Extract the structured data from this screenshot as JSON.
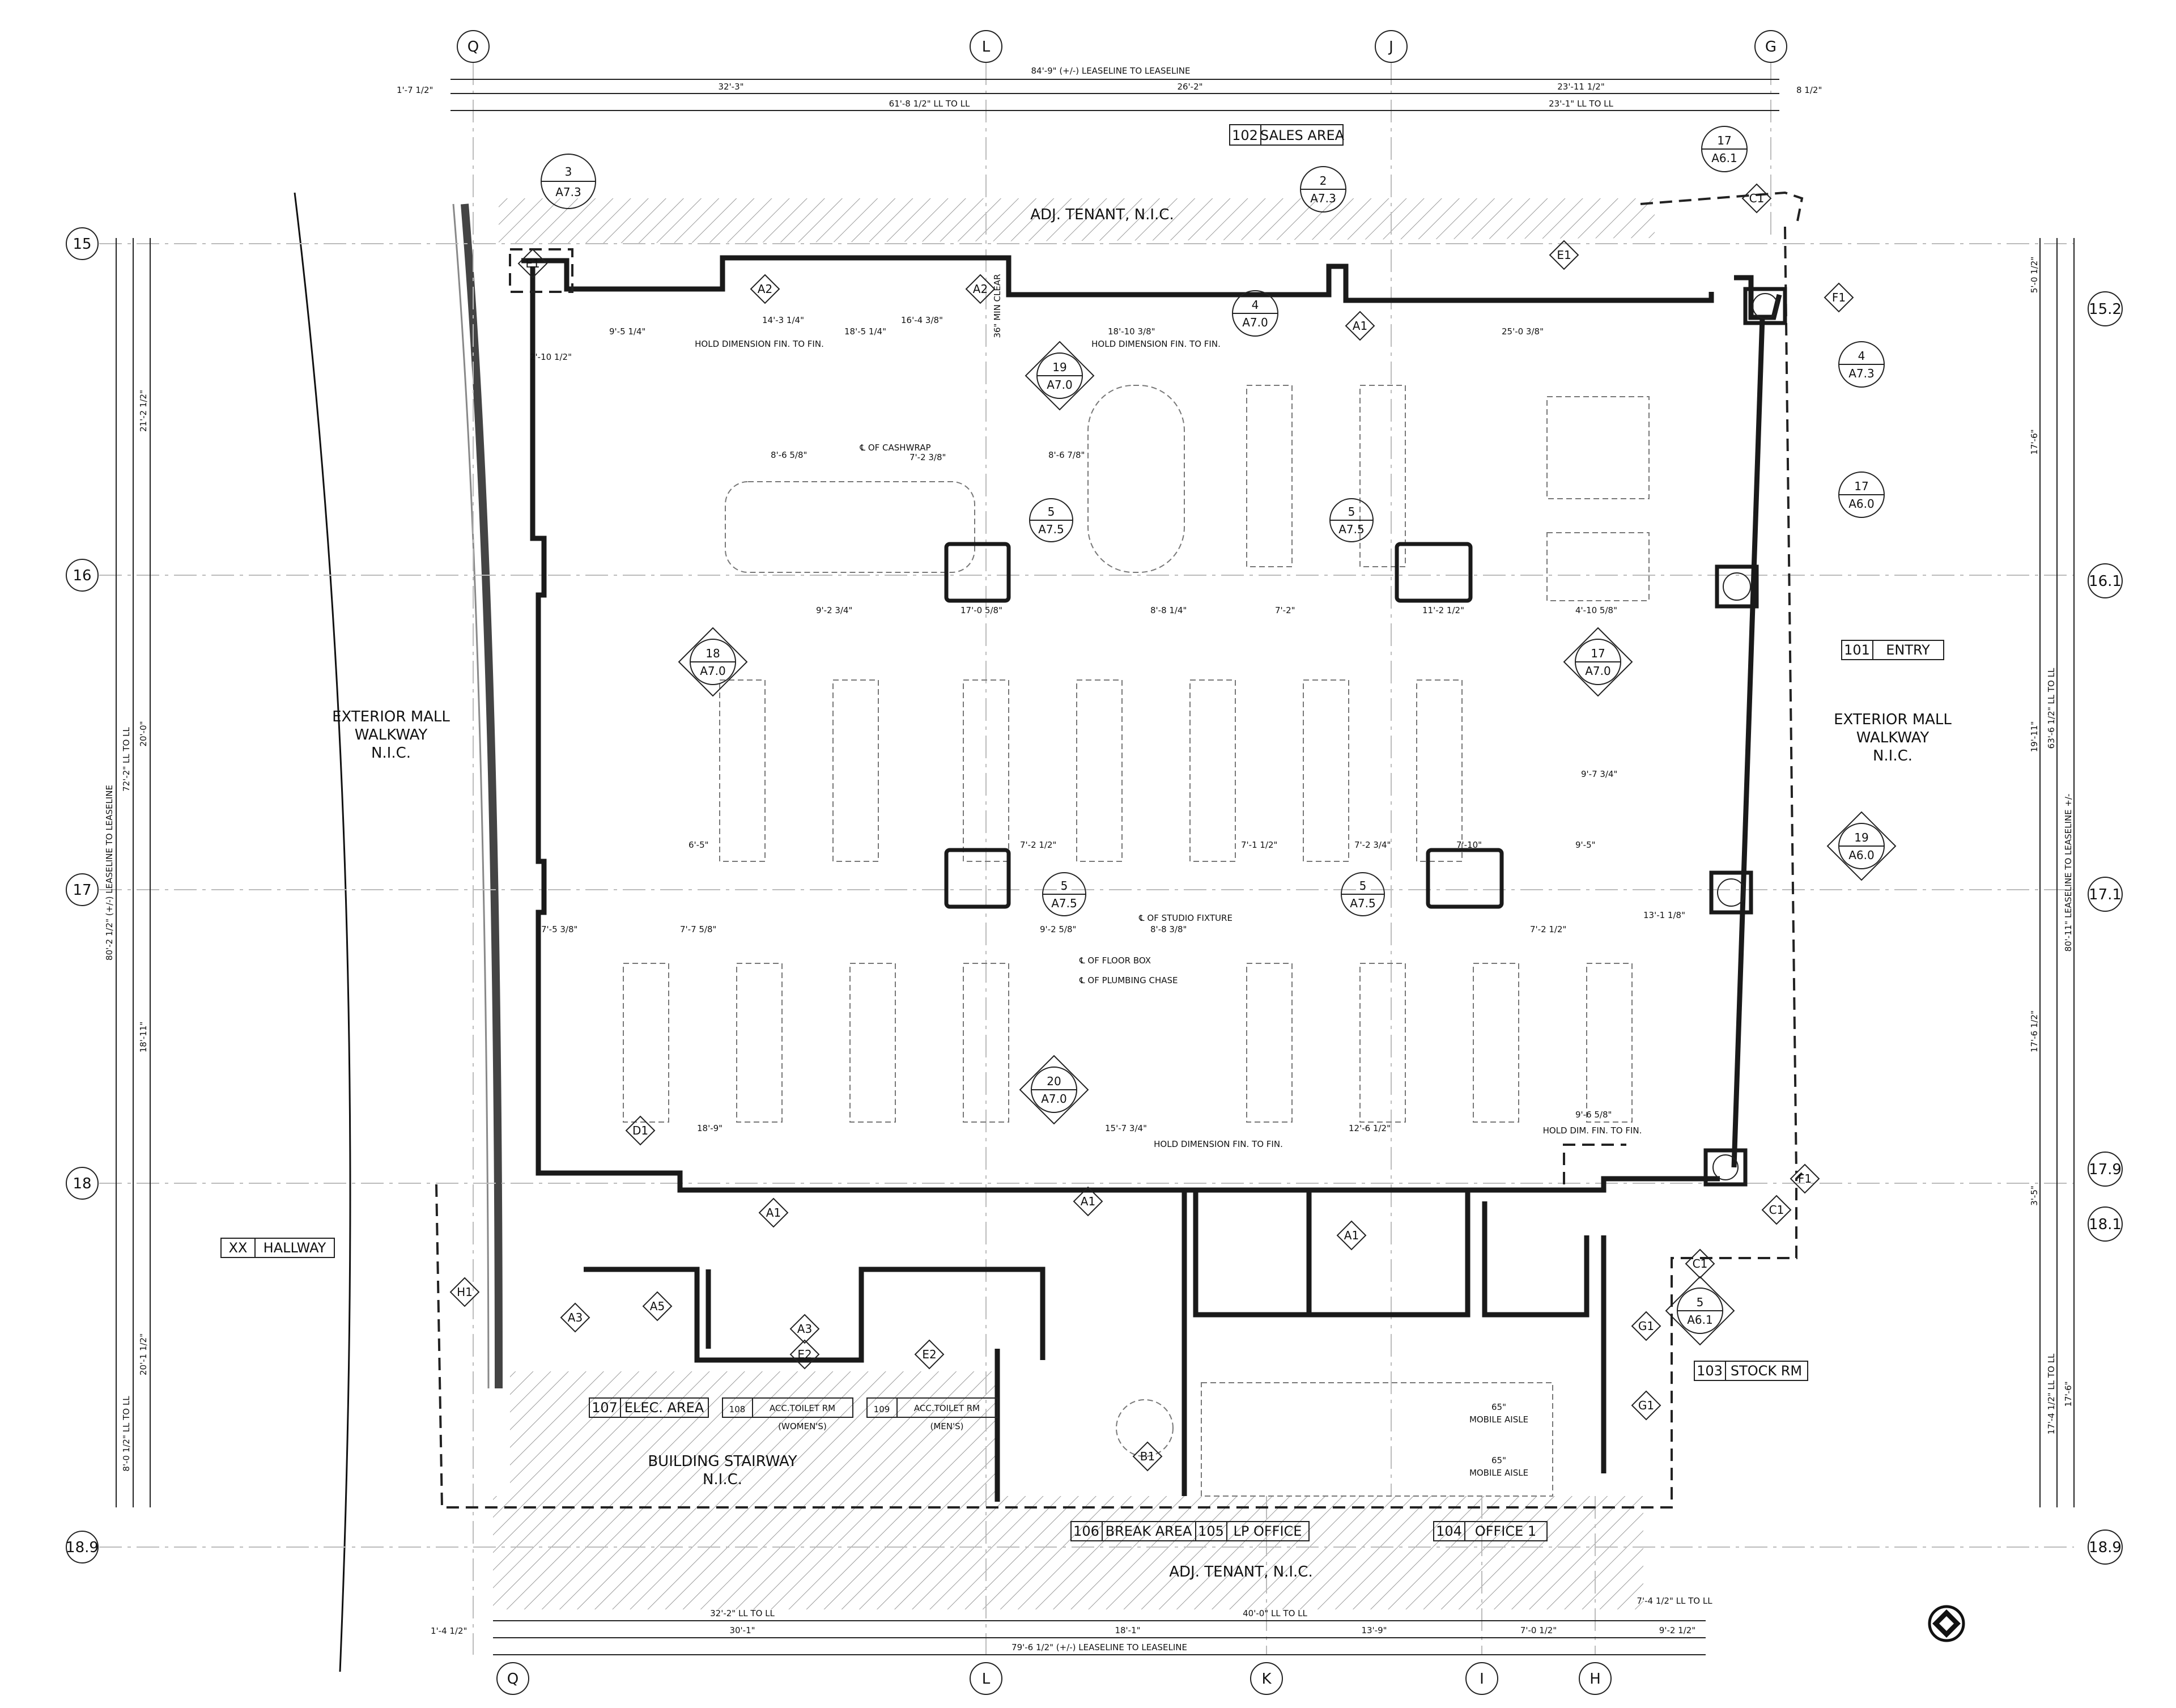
{
  "top_grid": [
    "Q",
    "L",
    "J",
    "G"
  ],
  "bottom_grid": [
    "Q",
    "L",
    "K",
    "I",
    "H"
  ],
  "left_grid": [
    "15",
    "16",
    "17",
    "18",
    "18.9"
  ],
  "right_grid": [
    "15.2",
    "16.1",
    "17.1",
    "17.9",
    "18.1",
    "18.9"
  ],
  "top_dims": {
    "overall": "84'-9\" (+/-) LEASELINE TO LEASELINE",
    "left_offset": "1'-7 1/2\"",
    "right_offset": "8 1/2\"",
    "seg1": "32'-3\"",
    "seg2": "26'-2\"",
    "seg3": "23'-11 1/2\"",
    "ll1": "61'-8 1/2\" LL TO LL",
    "ll2": "23'-1\" LL TO LL"
  },
  "bottom_dims": {
    "ll_a": "32'-2\" LL TO LL",
    "ll_b": "40'-0\" LL TO LL",
    "ll_c": "7'-4 1/2\" LL TO LL",
    "left_offset": "1'-4 1/2\"",
    "seg1": "30'-1\"",
    "seg2": "18'-1\"",
    "seg3": "13'-9\"",
    "seg4": "7'-0 1/2\"",
    "seg5": "9'-2 1/2\"",
    "overall": "79'-6 1/2\" (+/-) LEASELINE TO LEASELINE"
  },
  "left_dims": {
    "overall": "80'-2 1/2\" (+/-) LEASELINE TO LEASELINE",
    "ll_a": "72'-2\" LL TO LL",
    "ll_b": "8'-0 1/2\" LL TO LL",
    "seg1": "21'-2 1/2\"",
    "seg2": "20'-0\"",
    "seg3": "18'-11\"",
    "seg4": "20'-1 1/2\""
  },
  "right_dims": {
    "overall": "80'-11\" LEASELINE TO LEASELINE +/-",
    "ll_a": "63'-6 1/2\" LL TO LL",
    "ll_b": "17'-4 1/2\" LL TO LL",
    "seg1": "5'-0 1/2\"",
    "seg2": "17'-6\"",
    "seg3": "19'-11\"",
    "seg4": "17'-6 1/2\"",
    "seg5": "3'-5\"",
    "seg6": "17'-6\""
  },
  "rooms": {
    "sales": {
      "num": "102",
      "name": "SALES AREA"
    },
    "entry": {
      "num": "101",
      "name": "ENTRY"
    },
    "hallway": {
      "num": "XX",
      "name": "HALLWAY"
    },
    "stock": {
      "num": "103",
      "name": "STOCK RM"
    },
    "office": {
      "num": "104",
      "name": "OFFICE 1"
    },
    "lp": {
      "num": "105",
      "name": "LP OFFICE"
    },
    "break": {
      "num": "106",
      "name": "BREAK AREA"
    },
    "elec": {
      "num": "107",
      "name": "ELEC. AREA"
    },
    "toilet_w": {
      "num": "108",
      "name": "ACC.TOILET RM",
      "sub": "(WOMEN'S)"
    },
    "toilet_m": {
      "num": "109",
      "name": "ACC.TOILET RM",
      "sub": "(MEN'S)"
    }
  },
  "labels": {
    "adj_top": "ADJ. TENANT, N.I.C.",
    "adj_bottom": "ADJ. TENANT, N.I.C.",
    "ext_left": [
      "EXTERIOR MALL",
      "WALKWAY",
      "N.I.C."
    ],
    "ext_right": [
      "EXTERIOR MALL",
      "WALKWAY",
      "N.I.C."
    ],
    "stair": [
      "BUILDING STAIRWAY",
      "N.I.C."
    ],
    "aisle1": [
      "65\"",
      "MOBILE AISLE"
    ],
    "aisle2": [
      "65\"",
      "MOBILE AISLE"
    ],
    "hold_dims": [
      "HOLD DIMENSION FIN. TO FIN.",
      "HOLD DIMENSION FIN. TO FIN.",
      "HOLD DIMENSION FIN. TO FIN.",
      "HOLD DIM. FIN. TO FIN."
    ],
    "cashwrap": "℄ OF CASHWRAP",
    "floor_box": "℄ OF FLOOR BOX",
    "plumbing": "℄ OF PLUMBING CHASE",
    "studio": "℄ OF STUDIO FIXTURE",
    "clear": "36\" MIN CLEAR"
  },
  "section_tags": [
    {
      "num": "3",
      "sheet": "A7.3"
    },
    {
      "num": "2",
      "sheet": "A7.3"
    },
    {
      "num": "17",
      "sheet": "A6.1"
    },
    {
      "num": "4",
      "sheet": "A7.0"
    },
    {
      "num": "19",
      "sheet": "A7.0"
    },
    {
      "num": "4",
      "sheet": "A7.3"
    },
    {
      "num": "17",
      "sheet": "A6.0"
    },
    {
      "num": "5",
      "sheet": "A7.5"
    },
    {
      "num": "5",
      "sheet": "A7.5"
    },
    {
      "num": "18",
      "sheet": "A7.0"
    },
    {
      "num": "17",
      "sheet": "A7.0"
    },
    {
      "num": "19",
      "sheet": "A6.0"
    },
    {
      "num": "5",
      "sheet": "A7.5"
    },
    {
      "num": "5",
      "sheet": "A7.5"
    },
    {
      "num": "20",
      "sheet": "A7.0"
    },
    {
      "num": "5",
      "sheet": "A6.1"
    }
  ],
  "wall_tags": [
    "E1",
    "A2",
    "A2",
    "A1",
    "C1",
    "F1",
    "E1",
    "A1",
    "A1",
    "D1",
    "A1",
    "A3",
    "A3",
    "A5",
    "E2",
    "E2",
    "B1",
    "H1",
    "G1",
    "G1",
    "F1",
    "C1",
    "C1"
  ],
  "interior_dims": [
    "9'-5 1/4\"",
    "2'-10 1/2\"",
    "18'-5 1/4\"",
    "14'-3 1/4\"",
    "16'-4 3/8\"",
    "18'-10 3/8\"",
    "25'-0 3/8\"",
    "8'-6 5/8\"",
    "7'-2 3/8\"",
    "8'-6 7/8\"",
    "9'-2 3/4\"",
    "17'-0 5/8\"",
    "8'-8 1/4\"",
    "7'-2\"",
    "11'-2 1/2\"",
    "4'-10 5/8\"",
    "7'-5 3/8\"",
    "7'-7 5/8\"",
    "9'-2 5/8\"",
    "8'-8 3/8\"",
    "7'-2 1/2\"",
    "13'-1 1/8\"",
    "18'-9\"",
    "15'-7 3/4\"",
    "12'-6 1/2\"",
    "9'-6 5/8\"",
    "9'-7 3/4\"",
    "6'-5\"",
    "7'-2 1/2\"",
    "7'-1 1/2\"",
    "7'-2 3/4\"",
    "7'-10\"",
    "9'-5\""
  ]
}
